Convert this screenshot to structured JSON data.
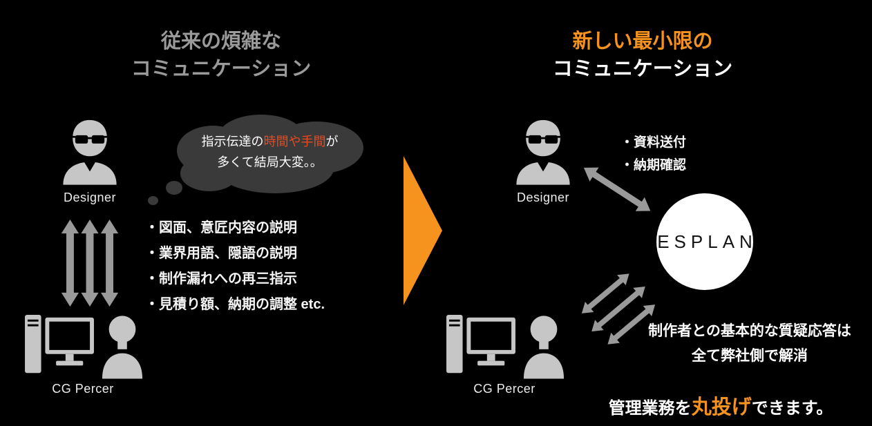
{
  "colors": {
    "background": "#000000",
    "accent_orange": "#f6921e",
    "title_gray": "#9a9a9a",
    "highlight_red": "#e8491f",
    "arrow_gray": "#9a9a9a",
    "icon_gray": "#c6c6c6",
    "cloud_gray": "#3a3a3a",
    "text_white": "#f5f5f5"
  },
  "before": {
    "title_line1": "従来の煩雑な",
    "title_line2": "コミュニケーション",
    "designer_label": "Designer",
    "thought_bubble": {
      "line1_pre": "指示伝達の",
      "line1_highlight": "時間や手間",
      "line1_post": "が",
      "line2": "多くて結局大変。。"
    },
    "bullets": [
      "・図面、意匠内容の説明",
      "・業界用語、隠語の説明",
      "・制作漏れへの再三指示",
      "・見積り額、納期の調整 etc."
    ],
    "cg_percer_label": "CG Percer"
  },
  "after": {
    "title_line1": "新しい最小限の",
    "title_line2": "コミュニケーション",
    "designer_label": "Designer",
    "bullets": [
      "・資料送付",
      "・納期確認"
    ],
    "esplan_label": "ESPLAN",
    "cg_percer_label": "CG Percer",
    "note_line1": "制作者との基本的な質疑応答は",
    "note_line2": "全て弊社側で解消",
    "bottom_pre": "管理業務を",
    "bottom_highlight": "丸投げ",
    "bottom_post": "できます。"
  }
}
